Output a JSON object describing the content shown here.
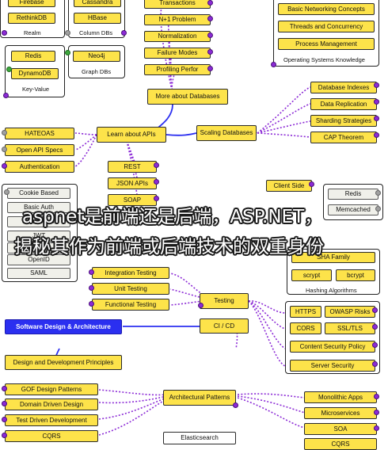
{
  "colors": {
    "topic": "#fde34a",
    "subtopic": "#f0f0ea",
    "highlight": "#2b2ff0",
    "connector": "#8c2bd6",
    "done_check": "#8c2bd6"
  },
  "watermark": {
    "line1": "aspnet是前端还是后端，ASP.NET，",
    "line2": "揭秘其作为前端或后端技术的双重身份"
  },
  "groups": {
    "key_value": "Key-Value",
    "column_dbs": "Column DBs",
    "graph_dbs": "Graph DBs",
    "os_knowledge": "Operating Systems Knowledge",
    "hashing": "Hashing Algorithms"
  },
  "nodes": {
    "firebase": "Firebase",
    "cassandra": "Cassandra",
    "rethinkdb": "RethinkDB",
    "hbase": "HBase",
    "realm": "Realm",
    "redis": "Redis",
    "neo4j": "Neo4j",
    "dynamodb": "DynamoDB",
    "transactions": "Transactions",
    "n1": "N+1 Problem",
    "normalization": "Normalization",
    "failure_modes": "Failure Modes",
    "profiling": "Profiling Perfor",
    "basic_net": "Basic Networking Concepts",
    "threads": "Threads and Concurrency",
    "process_mgmt": "Process Management",
    "more_db": "More about Databases",
    "db_indexes": "Database Indexes",
    "data_repl": "Data Replication",
    "sharding": "Sharding Strategies",
    "cap": "CAP Theorem",
    "hateoas": "HATEOAS",
    "openapi": "Open API Specs",
    "authentication": "Authentication",
    "learn_apis": "Learn about APIs",
    "scaling_db": "Scaling Databases",
    "rest": "REST",
    "json_apis": "JSON APIs",
    "soap": "SOAP",
    "cookie": "Cookie Based",
    "basic_auth": "Basic Auth",
    "token_auth": "Token Auth",
    "jwt": "JWT",
    "oauth": "OAuth",
    "openid": "OpenID",
    "saml": "SAML",
    "client_side": "Client Side",
    "redis2": "Redis",
    "memcached": "Memcached",
    "sha": "SHA Family",
    "scrypt": "scrypt",
    "bcrypt": "bcrypt",
    "integration": "Integration Testing",
    "unit": "Unit Testing",
    "functional": "Functional Testing",
    "testing": "Testing",
    "cicd": "CI / CD",
    "https": "HTTPS",
    "owasp": "OWASP Risks",
    "cors": "CORS",
    "ssl": "SSL/TLS",
    "csp": "Content Security Policy",
    "server_sec": "Server Security",
    "sw_design": "Software Design & Architecture",
    "design_principles": "Design and Development Principles",
    "gof": "GOF Design Patterns",
    "ddd": "Domain Driven Design",
    "tdd": "Test Driven Development",
    "cqrs": "CQRS",
    "arch_patterns": "Architectural Patterns",
    "monolithic": "Monolithic Apps",
    "microservices": "Microservices",
    "soa": "SOA",
    "cqrs2": "CQRS",
    "elasticsearch": "Elasticsearch"
  }
}
